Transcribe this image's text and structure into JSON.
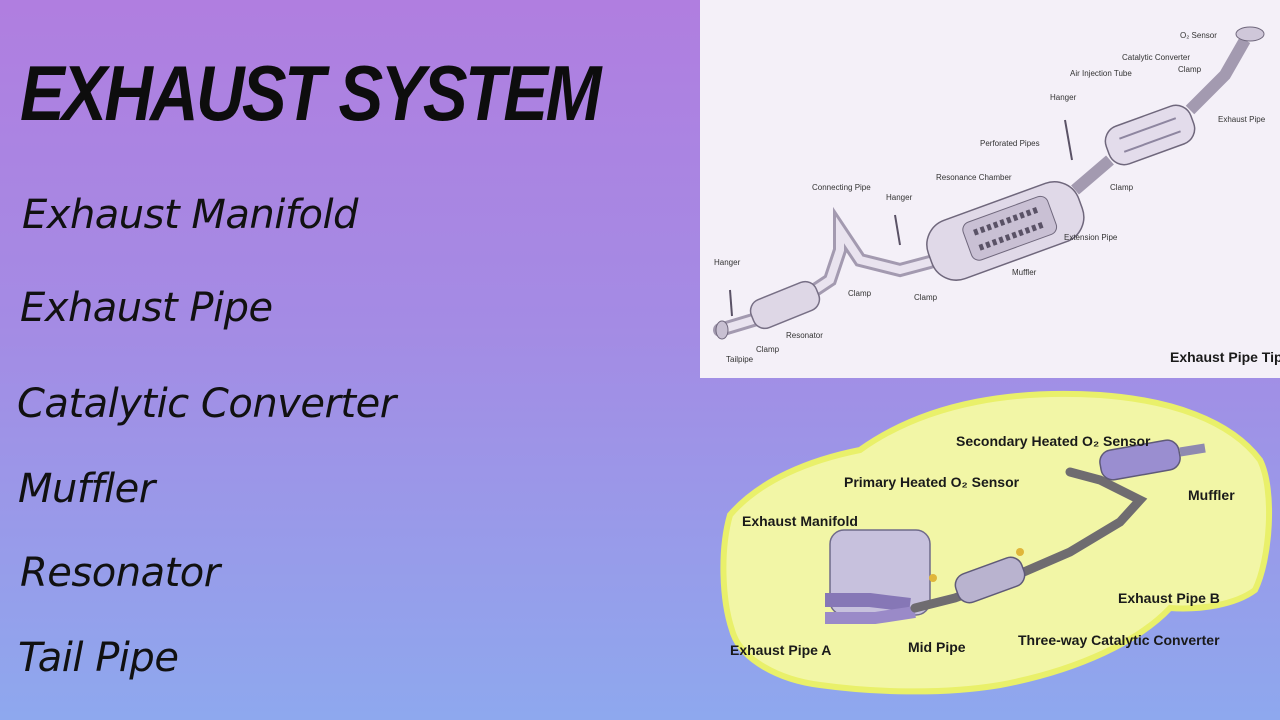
{
  "title": "EXHAUST SYSTEM",
  "components": [
    "Exhaust Manifold",
    "Exhaust Pipe",
    "Catalytic Converter",
    "Muffler",
    "Resonator",
    "Tail Pipe"
  ],
  "top_diagram": {
    "labels": {
      "o2_sensor": "O₂ Sensor",
      "catalytic_converter": "Catalytic Converter",
      "clamp_top": "Clamp",
      "air_injection_tube": "Air Injection Tube",
      "hanger_top": "Hanger",
      "exhaust_pipe": "Exhaust Pipe",
      "perforated_pipes": "Perforated Pipes",
      "resonance_chamber": "Resonance Chamber",
      "clamp_mid": "Clamp",
      "connecting_pipe": "Connecting Pipe",
      "hanger_mid": "Hanger",
      "extension_pipe": "Extension Pipe",
      "muffler": "Muffler",
      "hanger_left": "Hanger",
      "clamp_left": "Clamp",
      "clamp_low": "Clamp",
      "resonator": "Resonator",
      "clamp_tail": "Clamp",
      "tailpipe": "Tailpipe"
    }
  },
  "bottom_diagram": {
    "labels": {
      "exhaust_pipe_tip": "Exhaust Pipe Tip",
      "secondary_heated_o2_sensor": "Secondary Heated O₂ Sensor",
      "primary_heated_o2_sensor": "Primary Heated O₂ Sensor",
      "muffler": "Muffler",
      "exhaust_manifold": "Exhaust Manifold",
      "exhaust_pipe_b": "Exhaust Pipe B",
      "exhaust_pipe_a": "Exhaust Pipe A",
      "mid_pipe": "Mid Pipe",
      "three_way_catalytic_converter": "Three-way Catalytic Converter"
    }
  }
}
